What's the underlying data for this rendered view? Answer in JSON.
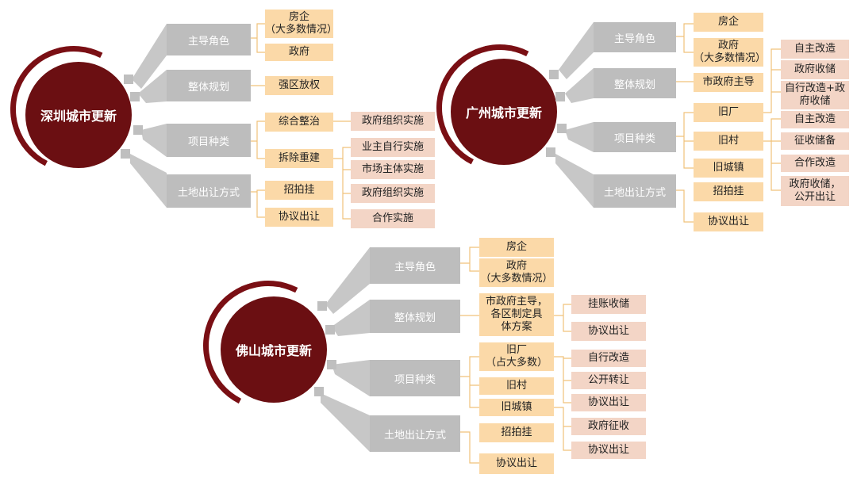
{
  "shenzhen": {
    "title": "深圳城市更新",
    "cat1": "主导角色",
    "cat2": "整体规划",
    "cat3": "项目种类",
    "cat4": "土地出让方式",
    "role_a": "房企\n（大多数情况）",
    "role_b": "政府",
    "plan": "强区放权",
    "type_a": "综合整治",
    "type_b": "拆除重建",
    "type_a_sub": "政府组织实施",
    "type_b_sub": [
      "业主自行实施",
      "市场主体实施",
      "政府组织实施",
      "合作实施"
    ],
    "land_a": "招拍挂",
    "land_b": "协议出让"
  },
  "guangzhou": {
    "title": "广州城市更新",
    "cat1": "主导角色",
    "cat2": "整体规划",
    "cat3": "项目种类",
    "cat4": "土地出让方式",
    "role_a": "房企",
    "role_b": "政府\n（大多数情况）",
    "plan": "市政府主导",
    "type_a": "旧厂",
    "type_b": "旧村",
    "type_c": "旧城镇",
    "old_factory_sub": [
      "自主改造",
      "政府收储",
      "自行改造+政\n府收储"
    ],
    "old_village_sub": [
      "自主改造",
      "征收储备",
      "合作改造",
      "政府收储，\n公开出让"
    ],
    "land_a": "招拍挂",
    "land_b": "协议出让"
  },
  "foshan": {
    "title": "佛山城市更新",
    "cat1": "主导角色",
    "cat2": "整体规划",
    "cat3": "项目种类",
    "cat4": "土地出让方式",
    "role_a": "房企",
    "role_b": "政府\n（大多数情况）",
    "plan": "市政府主导，\n各区制定具\n体方案",
    "plan_sub": [
      "挂账收储",
      "协议出让"
    ],
    "type_a": "旧厂\n（占大多数）",
    "type_b": "旧村",
    "type_c": "旧城镇",
    "old_factory_sub": [
      "自行改造",
      "公开转让",
      "协议出让"
    ],
    "old_town_sub": [
      "政府征收",
      "协议出让"
    ],
    "land_a": "招拍挂",
    "land_b": "协议出让"
  },
  "colors": {
    "circle": "#6b0f12",
    "gray": "#bdbdbd",
    "yellow": "#fbd9a8",
    "pink": "#f3d5c6"
  }
}
